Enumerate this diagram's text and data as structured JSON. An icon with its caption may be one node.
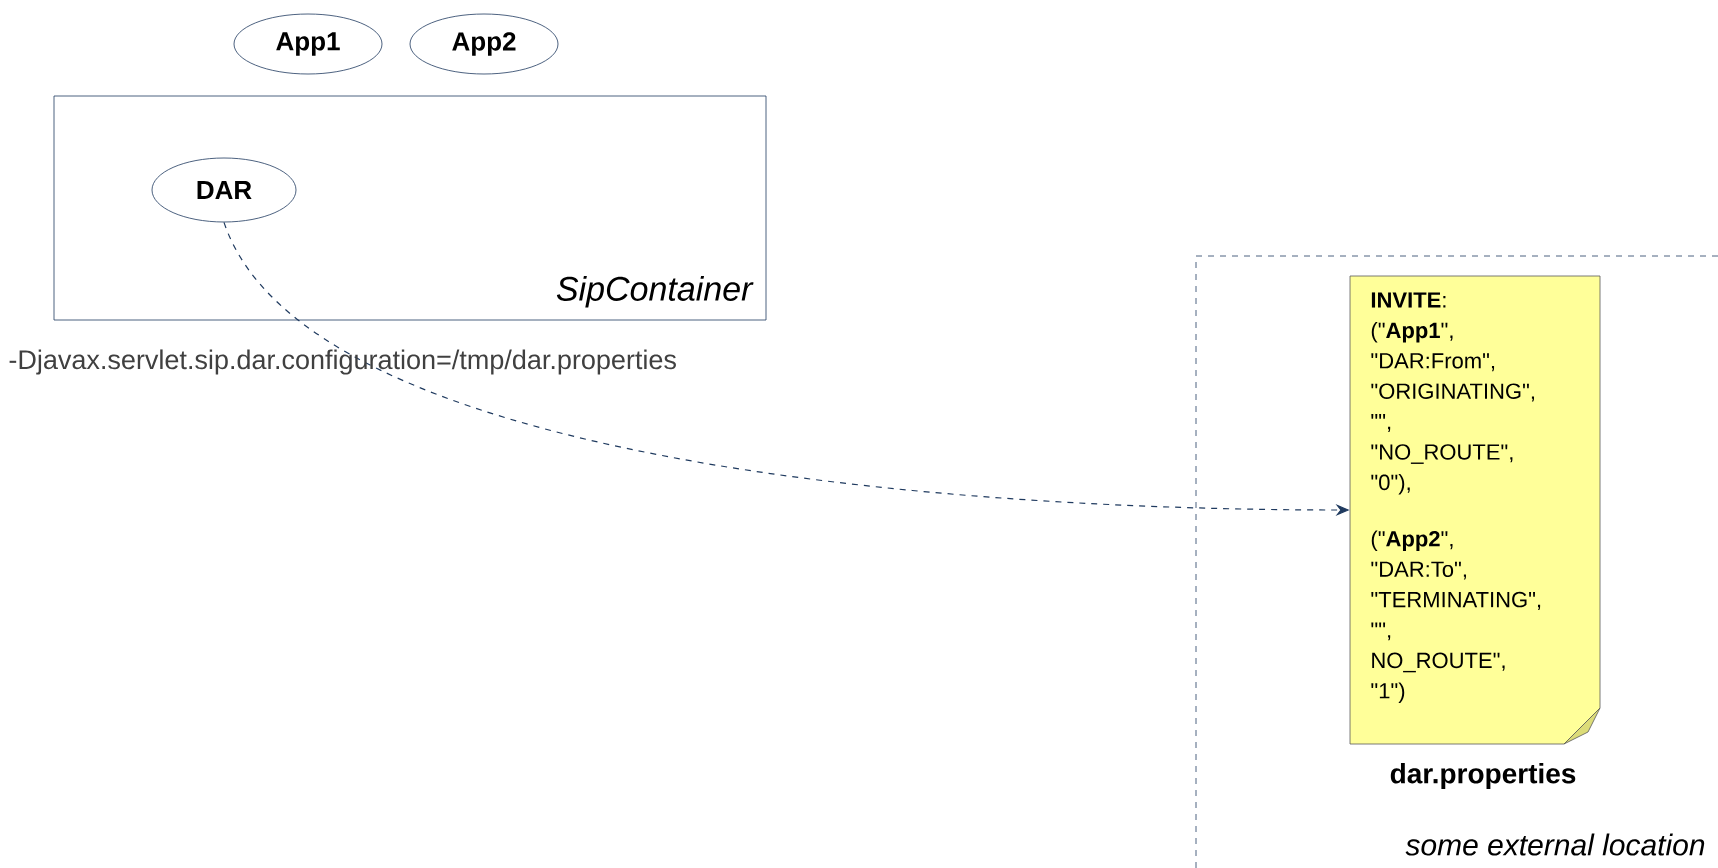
{
  "diagram": {
    "nodes": [
      {
        "text": [
          "App1"
        ]
      },
      {
        "text": [
          "App2"
        ]
      },
      {
        "text": [
          "*SipContainer*"
        ]
      },
      {
        "text": [
          "DAR"
        ],
        "in": 2
      },
      {
        "text": [
          "*some external location*"
        ]
      },
      {
        "text": [
          "**INVITE**:",
          "(\"**App1**\",",
          "\"DAR:From\",",
          "\"ORIGINATING\",",
          "\"\",",
          "\"NO_ROUTE\",",
          "\"0\"),",
          "(\"**App2**\",",
          "\"DAR:To\",",
          "\"TERMINATING\",",
          "\"\",",
          "NO_ROUTE\",",
          "\"1\")"
        ],
        "beside": [
          "dar.properties"
        ],
        "in": 4
      }
    ],
    "edges": [
      {
        "from": 3,
        "to": 5,
        "arrow": "to",
        "style": "dashed"
      }
    ],
    "labels": [
      "-Djavax.servlet.sip.dar.configuration=/tmp/dar.properties"
    ]
  }
}
